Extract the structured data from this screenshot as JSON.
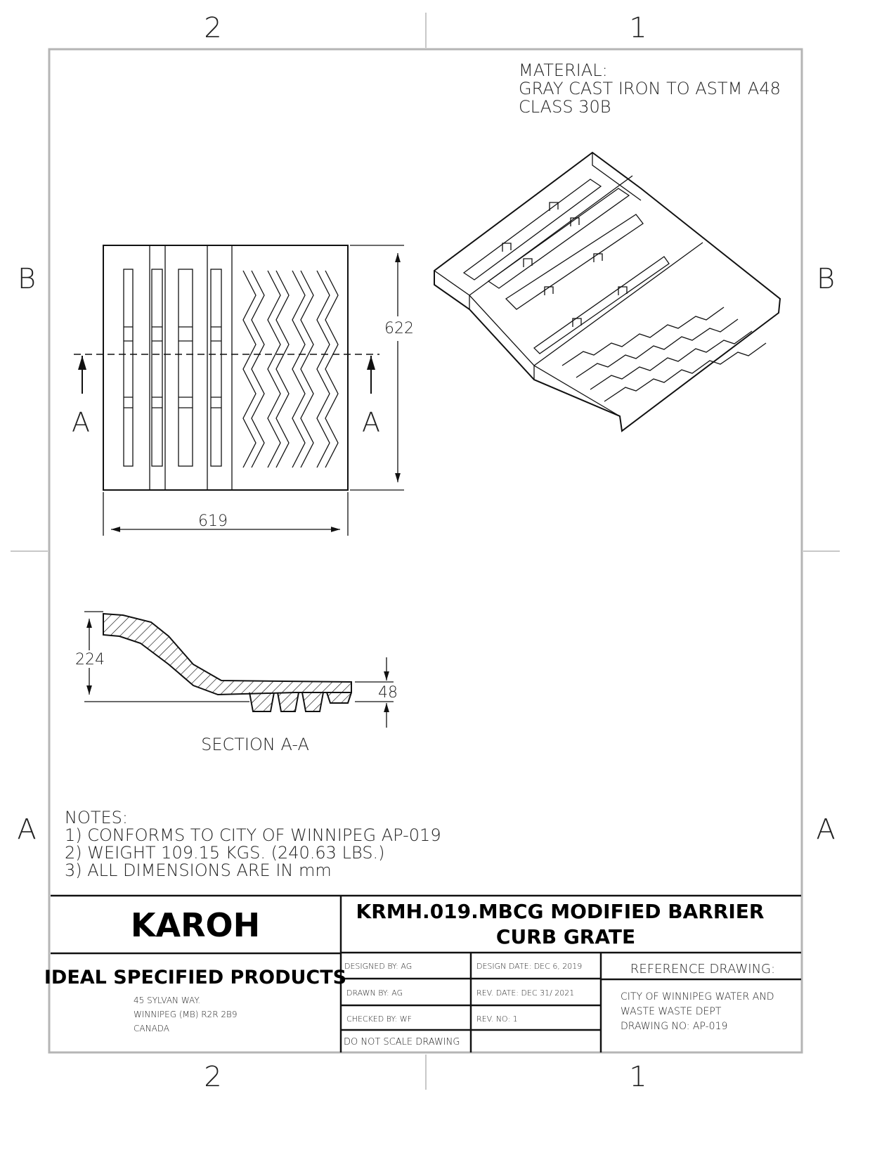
{
  "zones": {
    "top": [
      "2",
      "1"
    ],
    "bottom": [
      "2",
      "1"
    ],
    "left": [
      "B",
      "A"
    ],
    "right": [
      "B",
      "A"
    ]
  },
  "material": {
    "heading": "MATERIAL:",
    "line1": "GRAY CAST IRON TO ASTM A48",
    "line2": "CLASS 30B"
  },
  "plan_view": {
    "section_label_left": "A",
    "section_label_right": "A",
    "dim_height": "622",
    "dim_width": "619"
  },
  "section_view": {
    "title": "SECTION  A-A",
    "dim_height": "224",
    "dim_depth": "48"
  },
  "notes": {
    "heading": "NOTES:",
    "items": [
      "1) CONFORMS TO CITY OF WINNIPEG AP-019",
      "2) WEIGHT 109.15 KGS. (240.63  LBS.)",
      "3) ALL DIMENSIONS ARE IN mm"
    ]
  },
  "title_block": {
    "brand": "KAROH",
    "company": "IDEAL SPECIFIED PRODUCTS",
    "address": [
      "45 SYLVAN WAY.",
      "WINNIPEG (MB) R2R 2B9",
      "CANADA"
    ],
    "title_line1": "KRMH.019.MBCG MODIFIED BARRIER",
    "title_line2": "CURB GRATE",
    "designed_by": "DESIGNED BY:   AG",
    "design_date": "DESIGN DATE: DEC 6, 2019",
    "drawn_by": "DRAWN BY:   AG",
    "rev_date": "REV. DATE:  DEC 31/ 2021",
    "checked_by": "CHECKED BY:  WF",
    "rev_no": "REV. NO:  1",
    "do_not_scale": "DO NOT SCALE DRAWING",
    "reference_heading": "REFERENCE DRAWING:",
    "reference_lines": [
      "CITY OF WINNIPEG WATER AND",
      "WASTE WASTE DEPT",
      "DRAWING NO: AP-019"
    ]
  }
}
